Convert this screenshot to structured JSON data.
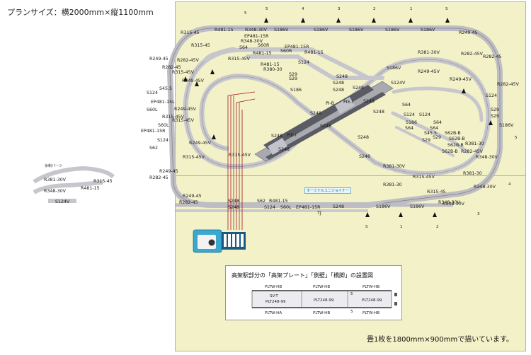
{
  "plan_title": "プランサイズ：横2000mm×縦1100mm",
  "parts_title": "余剰パーツ",
  "terminal_unit": "ターミナルユニジョイナー",
  "scale_note": "畳1枚を1800mm×900mmで描いています。",
  "info_box": {
    "title": "高架駅部分の「高架プレート」「側壁」「橋脚」の設置図",
    "top_labels": [
      "PLTW-HB",
      "PLTW-HB",
      "PLTW-HB"
    ],
    "mid_labels": [
      "SV-T",
      "PLT248-99",
      "PLT248-99",
      "PLT248-99"
    ],
    "bottom_labels": [
      "PLTW-HA",
      "PLTW-HB",
      "PLTW-HB"
    ],
    "pier_numbers": [
      "5",
      "5"
    ]
  },
  "track_labels": {
    "top_straights": [
      "S186V",
      "S186V",
      "S186V",
      "S186V",
      "S186V"
    ],
    "top_pier_numbers": [
      "5",
      "5",
      "4",
      "3",
      "2",
      "1",
      "S"
    ],
    "upper_left": [
      "R315-45",
      "R481-15",
      "R348-30V",
      "EP481-15R",
      "R348-30V",
      "R315-45",
      "S64",
      "S60R",
      "EP481-15R",
      "R481-15",
      "R481-15",
      "S60R",
      "R315-45V",
      "S124",
      "R481-15",
      "R380-30",
      "R282-45",
      "R249-45",
      "R282-45V",
      "R315-45V",
      "R249-45V",
      "R315-45V",
      "S29",
      "S29",
      "S186"
    ],
    "left_side": [
      "S124",
      "S45.5",
      "EP481-15L",
      "S60L",
      "R249-45V",
      "R315-45V",
      "S60L",
      "EP481-15R",
      "S124",
      "S62",
      "R249-45V",
      "R315-45V",
      "R315-45V",
      "R249-45",
      "R282-45"
    ],
    "center": [
      "S248",
      "S248",
      "S248",
      "S248",
      "S248",
      "S248",
      "S248",
      "S248",
      "S248",
      "S248",
      "PI-B",
      "PIE-I",
      "PIE-I",
      "S248",
      "S248"
    ],
    "right_side": [
      "R249-45",
      "R282-45",
      "R381-30V",
      "R249-45V",
      "R249-45V",
      "R282-45V",
      "S186V",
      "S124V",
      "S124",
      "S29",
      "S29",
      "S186V",
      "R282-45V",
      "S64",
      "S124",
      "S124",
      "S64",
      "S186",
      "S64",
      "S64",
      "S45.5",
      "S29",
      "S29",
      "S62B-B",
      "S62B-B",
      "S62B-B",
      "S62B-B",
      "R282-45V",
      "R381-30",
      "R348-30V",
      "R381-30",
      "R381-30V",
      "R315-45V",
      "R381-30",
      "R315-45",
      "R348-30V",
      "R348-30V"
    ],
    "bottom": [
      "R249-45",
      "R282-45",
      "S62",
      "S248",
      "R481-15",
      "S248",
      "S124",
      "S60L",
      "EP481-15R",
      "TJ",
      "S248",
      "S186V",
      "S186V",
      "R348-30V"
    ],
    "bottom_piers": [
      "S",
      "1",
      "2",
      "3",
      "4",
      "5"
    ],
    "spare_parts": [
      "R381-30V",
      "R348-30V",
      "R315-45",
      "R481-15",
      "S124V"
    ]
  }
}
